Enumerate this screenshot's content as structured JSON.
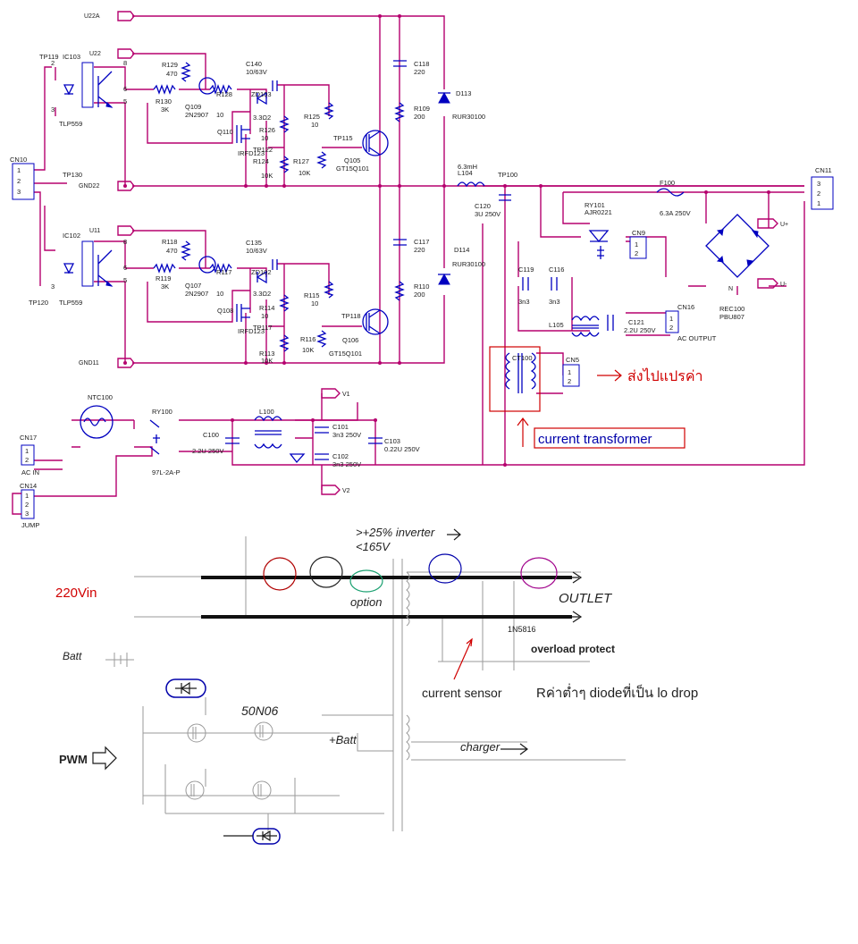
{
  "net_labels": {
    "u22a": "U22A",
    "u22": "U22",
    "gnd22": "GND22",
    "u11": "U11",
    "gnd11": "GND11",
    "v1": "V1",
    "v2": "V2",
    "u_plus": "U+",
    "u_minus": "U-",
    "n": "N"
  },
  "connectors": {
    "cn10": "CN10",
    "cn11": "CN11",
    "cn17": "CN17",
    "cn17_label": "AC IN",
    "cn14": "CN14",
    "cn14_label": "JUMP",
    "cn9": "CN9",
    "cn5": "CN5",
    "cn16": "CN16",
    "cn16_label": "AC OUTPUT"
  },
  "components": {
    "ic103": "IC103",
    "ic102": "IC102",
    "tlp559a": "TLP559",
    "tlp559b": "TLP559",
    "tp119": "TP119",
    "tp130": "TP130",
    "tp120": "TP120",
    "r129": "R129",
    "r129v": "470",
    "r130": "R130",
    "r130v": "3K",
    "q109": "Q109",
    "q109v": "2N2907",
    "r128": "R128",
    "r128v": "10",
    "c140": "C140",
    "c140v": "10/63V",
    "zd103": "ZD103",
    "zd103v": "3.3Ω2",
    "q110": "Q110",
    "q110v": "IRFD123",
    "r126": "R126",
    "r126v": "10",
    "tp122": "TP122",
    "r124": "R124",
    "r124v": "10K",
    "r125": "R125",
    "r125v": "10",
    "r127": "R127",
    "r127v": "10K",
    "tp115": "TP115",
    "q105": "Q105",
    "q105v": "GT15Q101",
    "r118": "R118",
    "r118v": "470",
    "r119": "R119",
    "r119v": "3K",
    "q107": "Q107",
    "q107v": "2N2907",
    "r117": "R117",
    "r117v": "10",
    "c135": "C135",
    "c135v": "10/63V",
    "zd102": "ZD102",
    "zd102v": "3.3Ω2",
    "q108": "Q108",
    "q108v": "IRFD123",
    "r114": "R114",
    "r114v": "10",
    "tp117": "TP117",
    "r113": "R113",
    "r113v": "10K",
    "r115": "R115",
    "r115v": "10",
    "r116": "R116",
    "r116v": "10K",
    "tp118": "TP118",
    "q106": "Q106",
    "q106v": "GT15Q101",
    "c118": "C118",
    "c118v": "220",
    "r109": "R109",
    "r109v": "200",
    "c117": "C117",
    "c117v": "220",
    "r110": "R110",
    "r110v": "200",
    "d113": "D113",
    "d113v": "RUR30100",
    "d114": "D114",
    "d114v": "RUR30100",
    "l104": "L104",
    "l104v": "6.3mH",
    "tp100": "TP100",
    "c120": "C120",
    "c120v": "3U 250V",
    "ry101": "RY101",
    "ry101v": "AJR0221",
    "f100": "F100",
    "f100v": "6.3A 250V",
    "rec100": "REC100",
    "rec100v": "PBU807",
    "c119": "C119",
    "c119v": "3n3",
    "c116": "C116",
    "c116v": "3n3",
    "l105": "L105",
    "c121": "C121",
    "c121v": "2.2U 250V",
    "ct100": "CT100",
    "ntc100": "NTC100",
    "ry100": "RY100",
    "ry100v": "97L-2A-P",
    "c100": "C100",
    "c100v": "2.2U 250V",
    "l100": "L100",
    "c101": "C101",
    "c101v": "3n3 250V",
    "c102": "C102",
    "c102v": "3n3 250V",
    "c103": "C103",
    "c103v": "0.22U 250V"
  },
  "annotations": {
    "thai_to_adc": "ส่งไปแปรค่า",
    "current_transformer": "current transformer",
    "vin": "220Vin",
    "inverter_note": ">+25% inverter",
    "voltage_note": "<165V",
    "option": "option",
    "outlet": "OUTLET",
    "overload": "overload protect",
    "current_sensor": "current sensor",
    "thai_r_note": "Rค่าต่ำๆ diodeที่เป็น lo drop",
    "mosfet": "50N06",
    "batt_plus": "+Batt",
    "batt": "Batt",
    "charger": "charger",
    "pwm": "PWM",
    "diode_note": "1N5816"
  },
  "colors": {
    "wire": "#b5006e",
    "component": "#0000c0",
    "annotation_red": "#d00000",
    "text": "#1a1a1a"
  }
}
